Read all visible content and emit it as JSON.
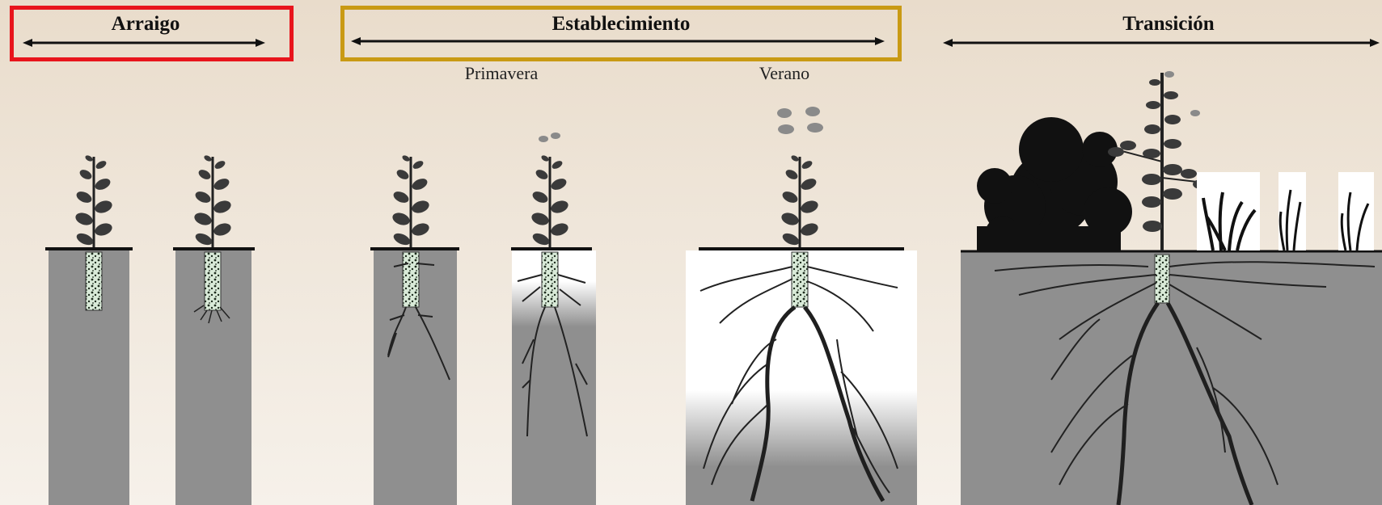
{
  "stages": {
    "arraigo": {
      "label": "Arraigo",
      "border_color": "#e8141c"
    },
    "establecimiento": {
      "label": "Establecimiento",
      "border_color": "#c99a14"
    },
    "transicion": {
      "label": "Transición"
    }
  },
  "seasons": {
    "primavera": "Primavera",
    "verano": "Verano"
  },
  "colors": {
    "soil": "#8f8f8f",
    "plant": "#3a3a3a",
    "root": "#1f1f1f"
  }
}
